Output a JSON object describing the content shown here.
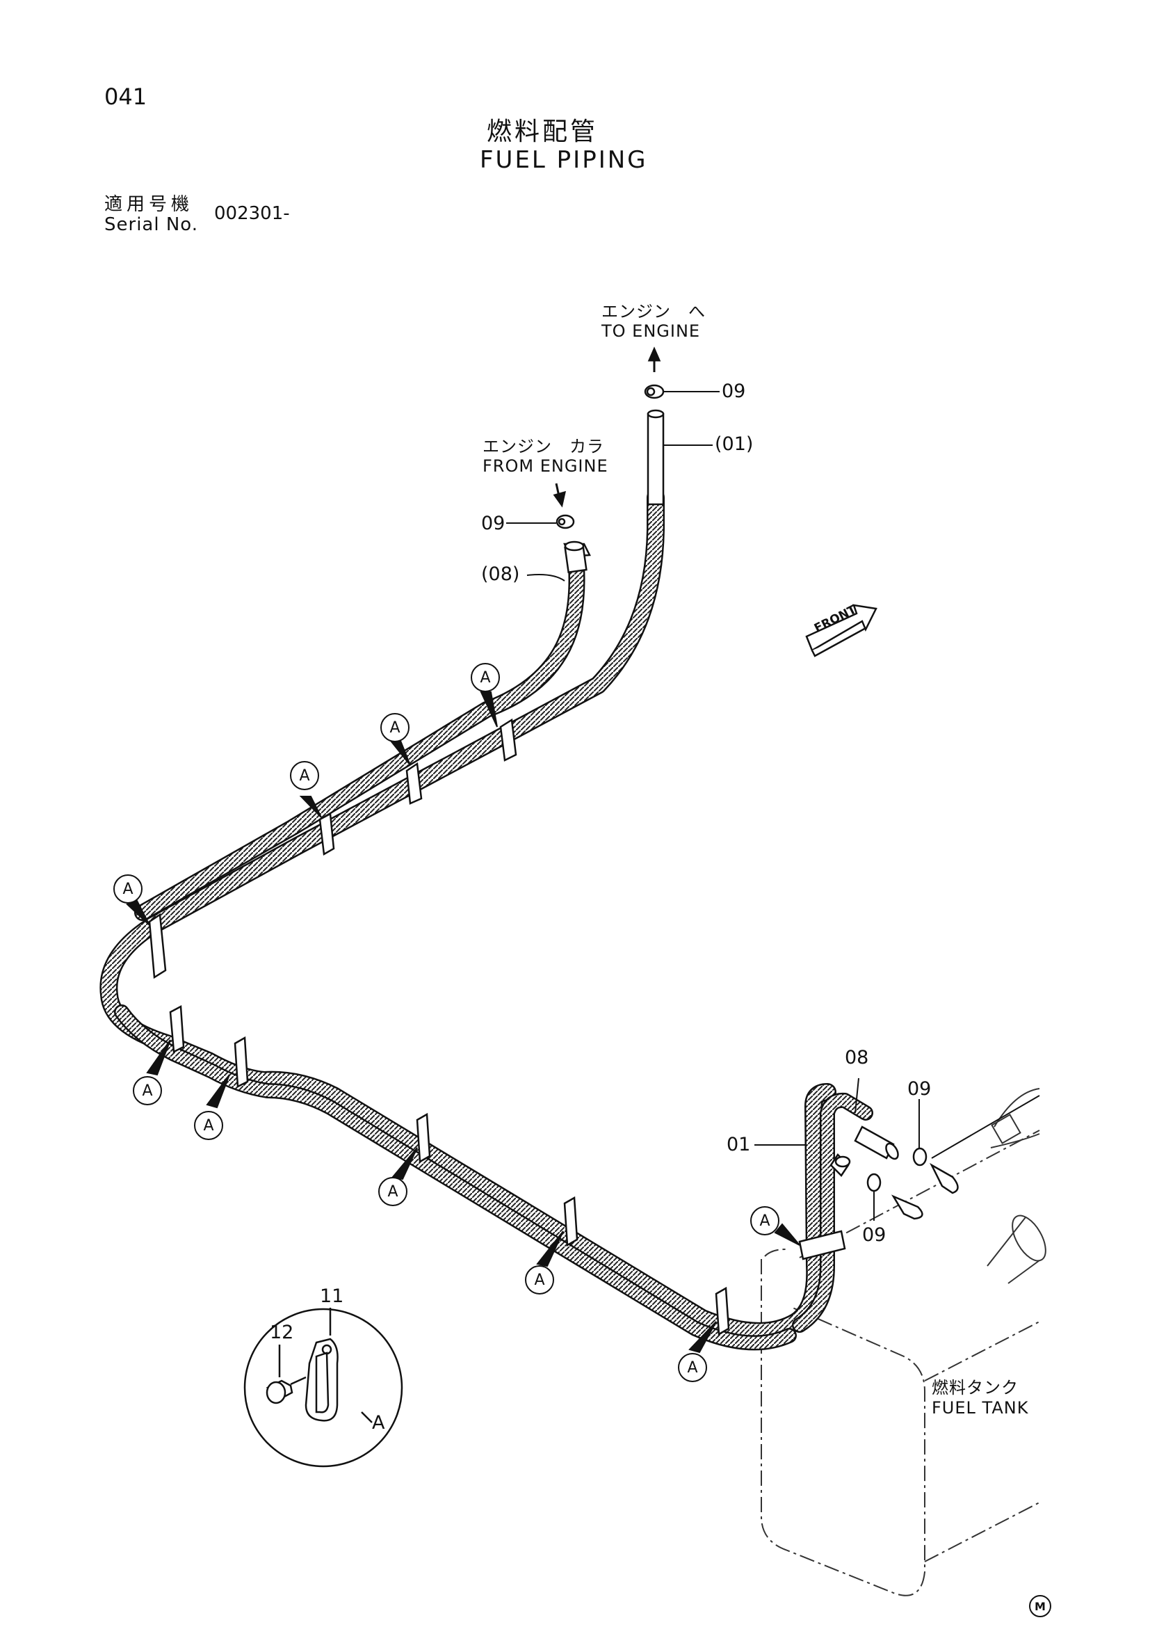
{
  "header": {
    "page_number": "041",
    "title_jp": "燃料配管",
    "title_en": "FUEL PIPING",
    "serial_label_jp": "適用号機",
    "serial_label_en": "Serial No.",
    "serial_value": "002301-"
  },
  "labels": {
    "to_engine_jp": "エンジン　へ",
    "to_engine_en": "TO ENGINE",
    "from_engine_jp": "エンジン　カラ",
    "from_engine_en": "FROM ENGINE",
    "front": "FRONT",
    "fuel_tank_jp": "燃料タンク",
    "fuel_tank_en": "FUEL TANK"
  },
  "callouts": {
    "clamp_top": "09",
    "hose_01": "(01)",
    "clamp_from": "09",
    "hose_08": "(08)",
    "tank_hose_08": "08",
    "tank_clamp_09_upper": "09",
    "tank_hose_01": "01",
    "tank_clamp_09_lower": "09",
    "detail_bolt": "12",
    "detail_clip": "11",
    "detail_ref": "A"
  },
  "clamp_marker_label": "A",
  "clamp_markers": [
    "A",
    "A",
    "A",
    "A",
    "A",
    "A",
    "A",
    "A",
    "A",
    "A"
  ],
  "corner_mark": "M"
}
